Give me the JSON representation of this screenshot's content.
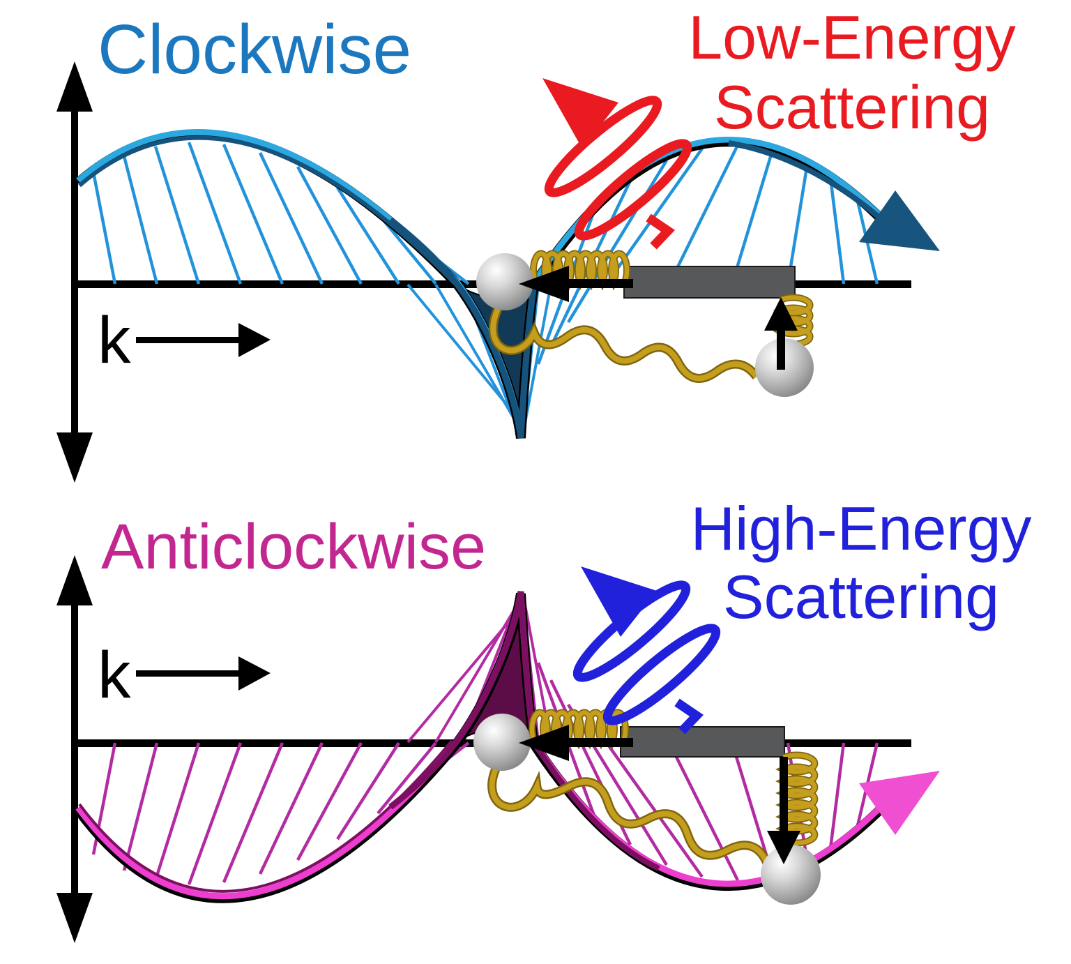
{
  "figure": {
    "background": "#FFFFFF",
    "description": "Chiral wave scattering diagram with clockwise and anticlockwise helical waves"
  },
  "panels": {
    "top": {
      "title": "Clockwise",
      "title_color": "#1B78BE",
      "k_label": "k",
      "photon_label_line1": "Low-Energy",
      "photon_label_line2": "Scattering",
      "photon_color": "#E91A20",
      "wave": {
        "light": "#2BA8E0",
        "dark": "#15527C",
        "spoke": "#2293DB",
        "arrow": "#17557F"
      }
    },
    "bottom": {
      "title": "Anticlockwise",
      "title_color": "#C22790",
      "k_label": "k",
      "photon_label_line1": "High-Energy",
      "photon_label_line2": "Scattering",
      "photon_color": "#2121DC",
      "wave": {
        "light": "#EE3ECF",
        "dark": "#7C1060",
        "spoke": "#B32BA2",
        "arrow": "#F04FD2"
      }
    }
  },
  "oscillator": {
    "spring_color": "#C59E1E",
    "spring_shadow": "#7E650E",
    "bar_color": "#57585A",
    "mass_color": "#C6C6C6",
    "arrow_color": "#000000"
  }
}
